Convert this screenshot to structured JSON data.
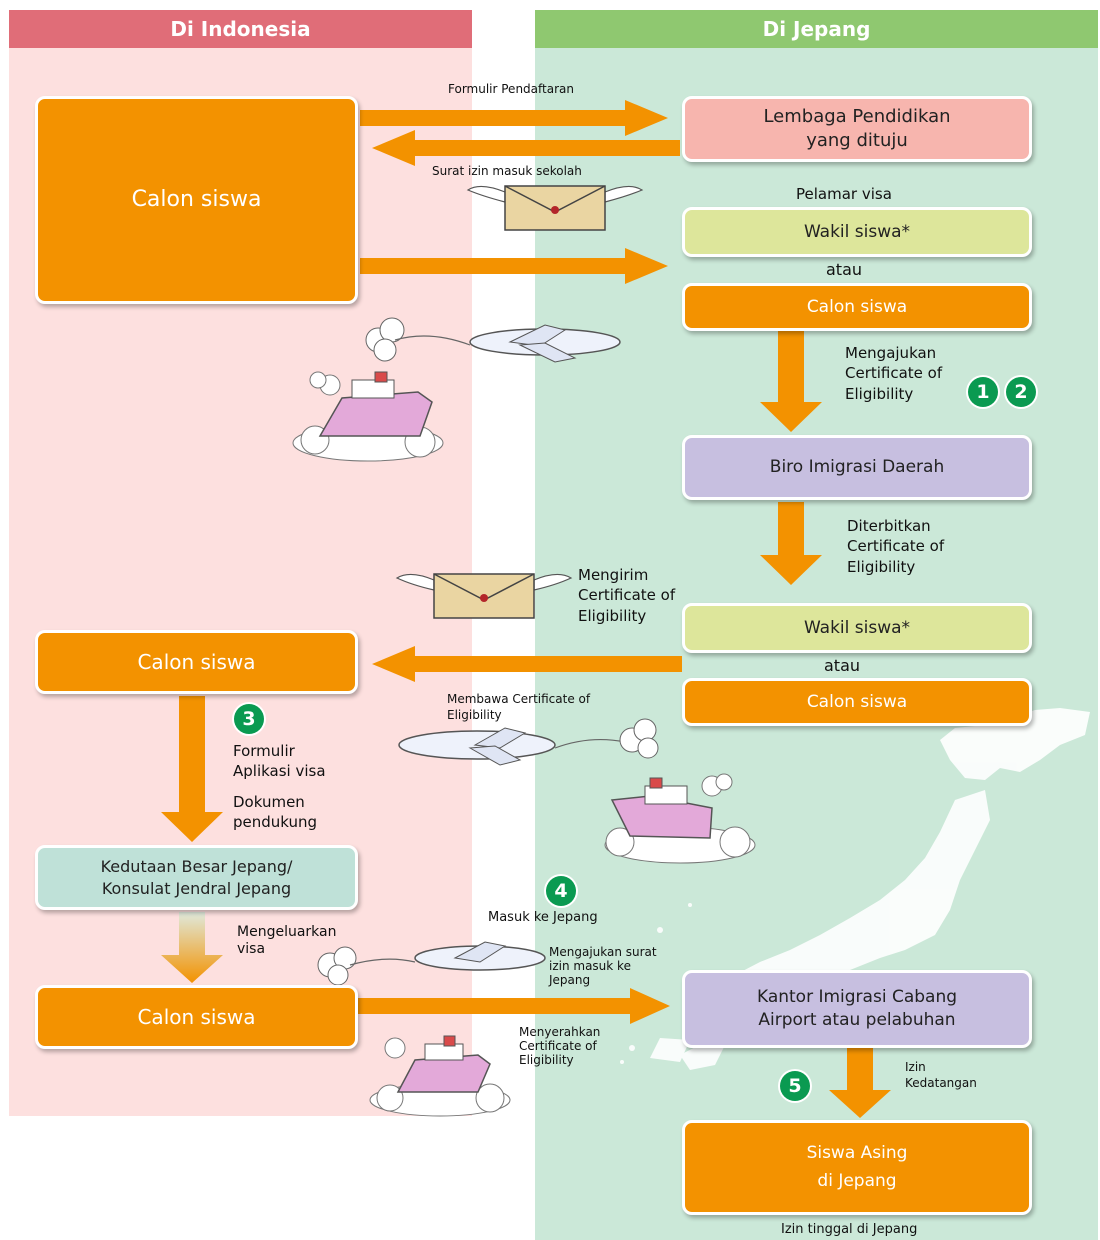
{
  "headers": {
    "left": "Di Indonesia",
    "right": "Di Jepang"
  },
  "boxes": {
    "calon_siswa_top": "Calon siswa",
    "lembaga_line1": "Lembaga Pendidikan",
    "lembaga_line2": "yang dituju",
    "wakil_siswa_1": "Wakil siswa*",
    "calon_siswa_right_1": "Calon siswa",
    "biro_imigrasi": "Biro Imigrasi Daerah",
    "wakil_siswa_2": "Wakil siswa*",
    "calon_siswa_right_2": "Calon siswa",
    "calon_siswa_mid": "Calon siswa",
    "kedutaan_line1": "Kedutaan Besar Jepang/",
    "kedutaan_line2": "Konsulat Jendral Jepang",
    "calon_siswa_bottom": "Calon siswa",
    "kantor_line1": "Kantor Imigrasi Cabang",
    "kantor_line2": "Airport atau pelabuhan",
    "siswa_asing_line1": "Siswa Asing",
    "siswa_asing_line2": "di Jepang"
  },
  "labels": {
    "formulir_pendaftaran": "Formulir Pendaftaran",
    "surat_izin": "Surat izin masuk sekolah",
    "pelamar_visa": "Pelamar visa",
    "atau_1": "atau",
    "mengajukan_coe": [
      "Mengajukan",
      "Certificate of",
      "Eligibility"
    ],
    "diterbitkan_coe": [
      "Diterbitkan",
      "Certificate of",
      "Eligibility"
    ],
    "mengirim_coe": [
      "Mengirim",
      "Certificate of",
      "Eligibility"
    ],
    "atau_2": "atau",
    "membawa_coe": [
      "Membawa Certificate of",
      "Eligibility"
    ],
    "formulir_aplikasi": [
      "Formulir",
      "Aplikasi visa"
    ],
    "dokumen": [
      "Dokumen",
      "pendukung"
    ],
    "mengeluarkan_visa": [
      "Mengeluarkan",
      "visa"
    ],
    "masuk_jepang": "Masuk ke Jepang",
    "mengajukan_surat": [
      "Mengajukan surat",
      "izin masuk ke",
      "Jepang"
    ],
    "menyerahkan_coe": [
      "Menyerahkan",
      "Certificate of",
      "Eligibility"
    ],
    "izin_kedatangan": [
      "Izin",
      "Kedatangan"
    ],
    "izin_tinggal": "Izin tinggal di Jepang"
  },
  "steps": [
    "1",
    "2",
    "3",
    "4",
    "5"
  ],
  "icons": [
    "envelope-icon",
    "airplane-icon",
    "ship-icon",
    "japan-map-icon"
  ],
  "colors": {
    "orange": "#f39200",
    "left_panel": "#fde0df",
    "right_panel": "#cbe8d8",
    "left_header": "#e06d78",
    "right_header": "#8fc870",
    "step_badge": "#0a9a51"
  }
}
